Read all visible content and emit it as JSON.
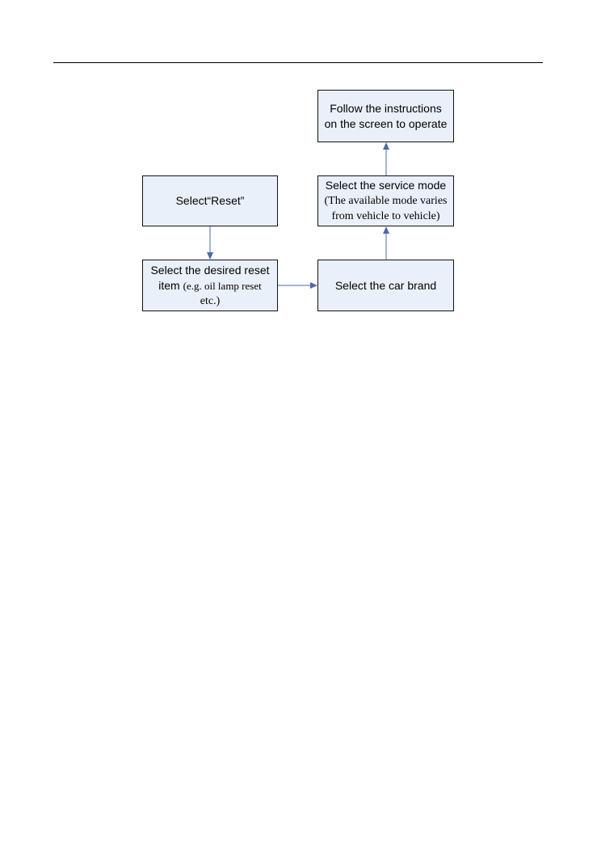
{
  "diagram": {
    "nodes": {
      "follow": {
        "line1": "Follow the instructions",
        "line2": "on the screen to operate"
      },
      "reset": {
        "label": "Select“Reset”"
      },
      "service": {
        "line1": "Select the service mode",
        "line2": "(The available mode varies",
        "line3": "from vehicle to vehicle)"
      },
      "item": {
        "line1": "Select the desired reset",
        "line2_sans": "item",
        "line2_serif": "(e.g. oil lamp reset",
        "line3": "etc.)"
      },
      "brand": {
        "label": "Select the car brand"
      }
    },
    "edges": [
      {
        "from": "reset",
        "to": "item"
      },
      {
        "from": "item",
        "to": "brand"
      },
      {
        "from": "brand",
        "to": "service"
      },
      {
        "from": "service",
        "to": "follow"
      }
    ],
    "colors": {
      "box_fill": "#eaf0fa",
      "box_border": "#111111",
      "arrow": "#4a6aa8"
    }
  }
}
